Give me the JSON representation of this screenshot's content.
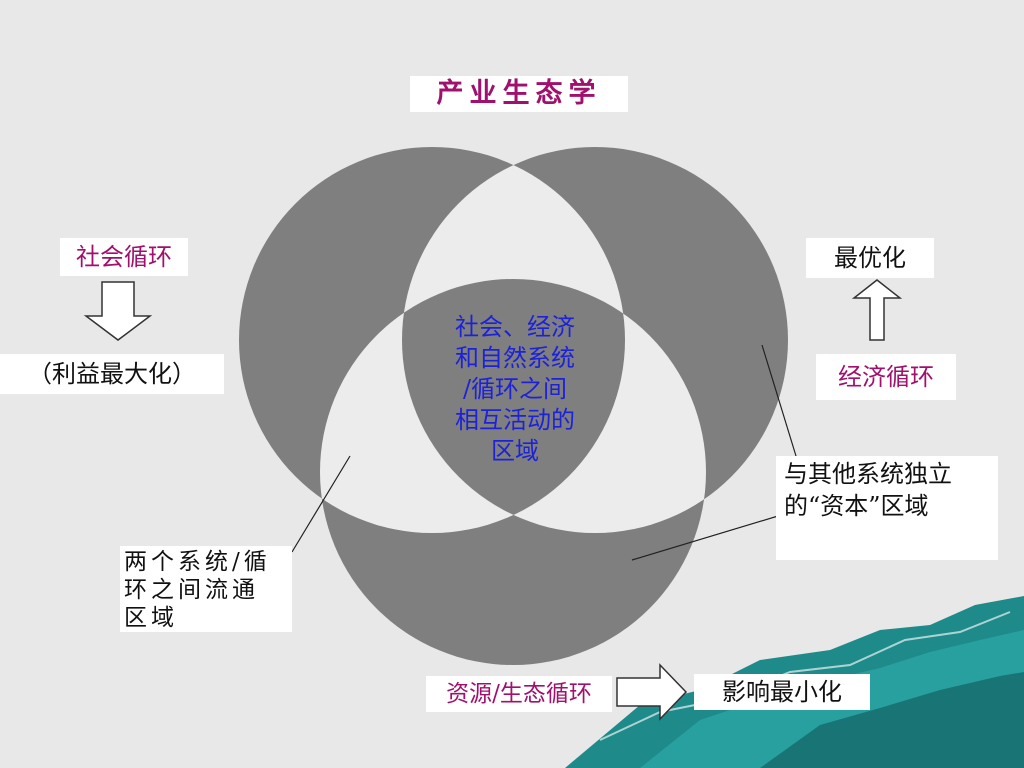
{
  "title": "产业生态学",
  "labels": {
    "social_cycle": "社会循环",
    "profit_max": "（利益最大化）",
    "optimize": "最优化",
    "economic_cycle": "经济循环",
    "resource_cycle": "资源/生态循环",
    "impact_min": "影响最小化"
  },
  "center_text_lines": [
    "社会、经济",
    "和自然系统",
    "/循环之间",
    "相互活动的",
    "区域"
  ],
  "callouts": {
    "independent_capital_lines": [
      "与其他系统独立",
      "的“资本”区域"
    ],
    "flow_between_lines": [
      "两个系统/循",
      "环之间流通",
      "区域"
    ]
  },
  "colors": {
    "background": "#e8e8e8",
    "circle_fill": "#7f7f7f",
    "overlap_fill": "#ececec",
    "center_fill": "#7f7f7f",
    "label_accent": "#a0106c",
    "center_text": "#1d22d8",
    "mountain": "#1f8a8a"
  }
}
